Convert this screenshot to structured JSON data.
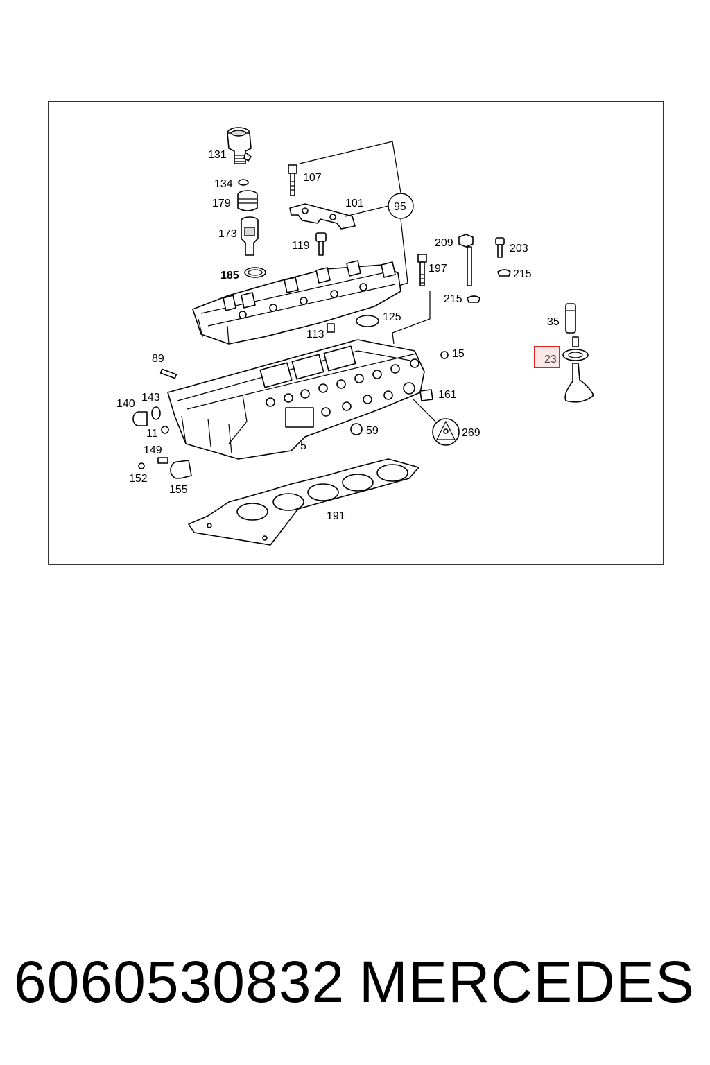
{
  "diagram": {
    "callouts": {
      "c131": "131",
      "c134": "134",
      "c179": "179",
      "c173": "173",
      "c185": "185",
      "c107": "107",
      "c101": "101",
      "c95": "95",
      "c119": "119",
      "c209": "209",
      "c203": "203",
      "c197": "197",
      "c215a": "215",
      "c215b": "215",
      "c125": "125",
      "c113": "113",
      "c35": "35",
      "c15": "15",
      "c23": "23",
      "c89": "89",
      "c143": "143",
      "c140": "140",
      "c11": "11",
      "c161": "161",
      "c59": "59",
      "c5": "5",
      "c269": "269",
      "c149": "149",
      "c152": "152",
      "c155": "155",
      "c191": "191"
    },
    "highlight_color": "#e0201e"
  },
  "footer": {
    "part_number": "6060530832",
    "brand": "MERCEDES"
  }
}
